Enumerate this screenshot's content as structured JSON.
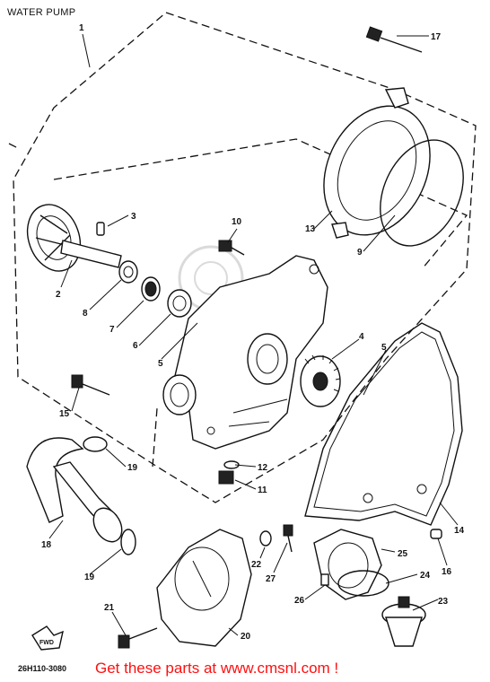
{
  "title": "WATER PUMP",
  "diagram_code": "26H110-3080",
  "promo_text": "Get these parts at www.cmsnl.com !",
  "arrow_label": "FWD",
  "colors": {
    "promo": "#ff1010",
    "line": "#111111",
    "background": "#ffffff"
  },
  "callouts": [
    "1",
    "2",
    "3",
    "4",
    "5",
    "5",
    "6",
    "7",
    "8",
    "9",
    "10",
    "11",
    "12",
    "13",
    "14",
    "15",
    "16",
    "17",
    "18",
    "19",
    "19",
    "20",
    "21",
    "22",
    "23",
    "24",
    "25",
    "26",
    "27"
  ]
}
